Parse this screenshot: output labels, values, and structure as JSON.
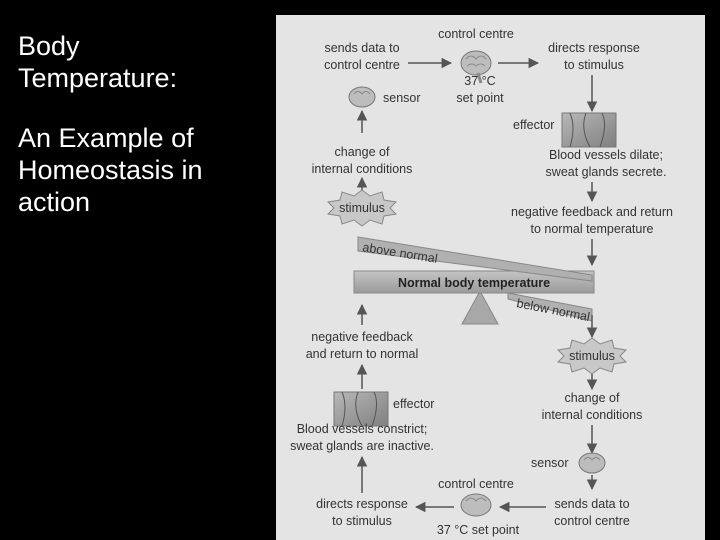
{
  "slide": {
    "title_line1": "Body",
    "title_line2": "Temperature:",
    "subtitle_line1": "An Example of",
    "subtitle_line2": "Homeostasis in",
    "subtitle_line3": "action"
  },
  "diagram": {
    "top": {
      "control_centre": "control centre",
      "set_point_1": "37 °C",
      "set_point_2": "set point",
      "sends_data_1": "sends data to",
      "sends_data_2": "control centre",
      "directs_1": "directs response",
      "directs_2": "to stimulus",
      "sensor": "sensor",
      "effector": "effector",
      "dilate_1": "Blood vessels dilate;",
      "dilate_2": "sweat glands secrete.",
      "change_1": "change of",
      "change_2": "internal conditions",
      "stimulus": "stimulus",
      "feedback_1": "negative feedback and return",
      "feedback_2": "to normal temperature"
    },
    "seesaw": {
      "above": "above normal",
      "normal": "Normal body temperature",
      "below": "below normal"
    },
    "bottom": {
      "feedback_1": "negative feedback",
      "feedback_2": "and return to normal",
      "stimulus": "stimulus",
      "change_1": "change of",
      "change_2": "internal conditions",
      "effector": "effector",
      "constrict_1": "Blood vessels constrict;",
      "constrict_2": "sweat glands are inactive.",
      "sensor": "sensor",
      "control_centre": "control centre",
      "directs_1": "directs response",
      "directs_2": "to stimulus",
      "sends_data_1": "sends data to",
      "sends_data_2": "control centre",
      "set_point": "37 °C set point"
    }
  }
}
